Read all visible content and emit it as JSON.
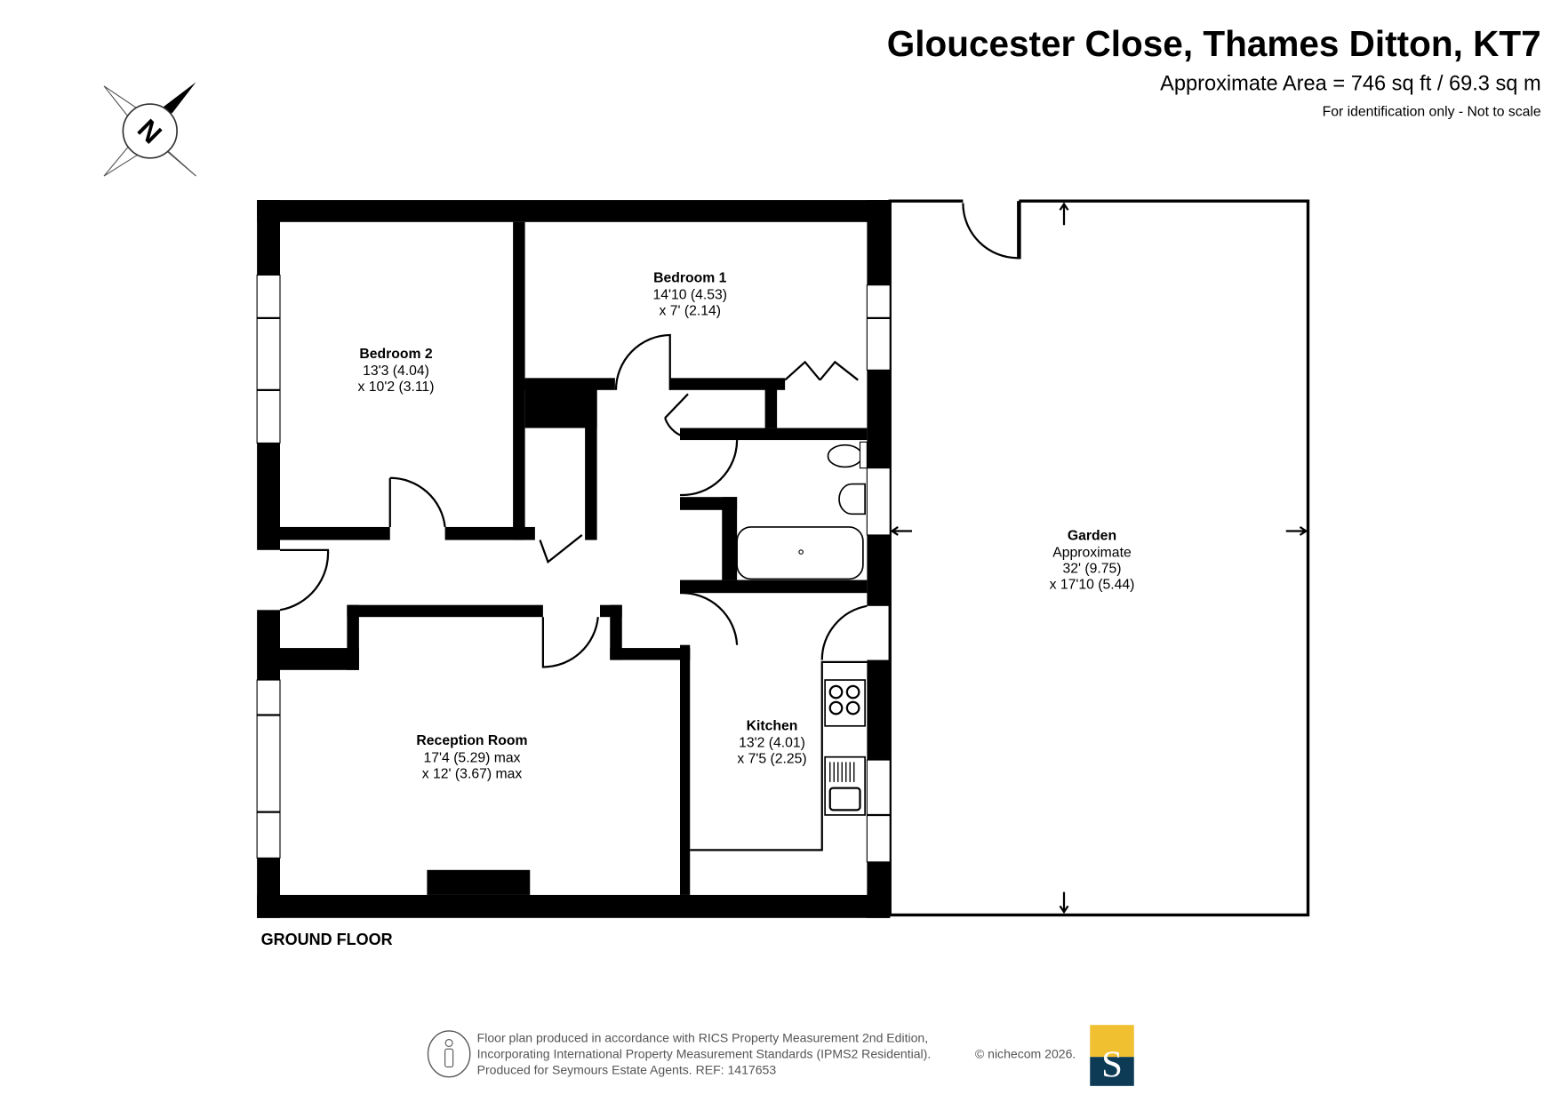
{
  "header": {
    "title": "Gloucester Close, Thames Ditton, KT7",
    "area": "Approximate Area = 746 sq ft / 69.3 sq m",
    "disclaimer": "For identification only - Not to scale"
  },
  "compass": {
    "label": "N"
  },
  "rooms": {
    "bedroom2": {
      "name": "Bedroom 2",
      "dim1": "13'3 (4.04)",
      "dim2": "x 10'2 (3.11)"
    },
    "bedroom1": {
      "name": "Bedroom 1",
      "dim1": "14'10 (4.53)",
      "dim2": "x 7' (2.14)"
    },
    "reception": {
      "name": "Reception Room",
      "dim1": "17'4 (5.29) max",
      "dim2": "x 12' (3.67) max"
    },
    "kitchen": {
      "name": "Kitchen",
      "dim1": "13'2 (4.01)",
      "dim2": "x 7'5 (2.25)"
    },
    "garden": {
      "name": "Garden",
      "sub": "Approximate",
      "dim1": "32' (9.75)",
      "dim2": "x 17'10 (5.44)"
    }
  },
  "floor_label": "GROUND FLOOR",
  "footer": {
    "line1": "Floor plan produced in accordance with RICS Property Measurement 2nd Edition,",
    "line2": "Incorporating International Property Measurement Standards (IPMS2 Residential).",
    "copyright": "© nichecom 2026.",
    "line3": "Produced for Seymours Estate Agents.   REF: 1417653",
    "logo_letter": "S",
    "logo_colors": {
      "top": "#f0c030",
      "bottom": "#0d3a55"
    }
  }
}
